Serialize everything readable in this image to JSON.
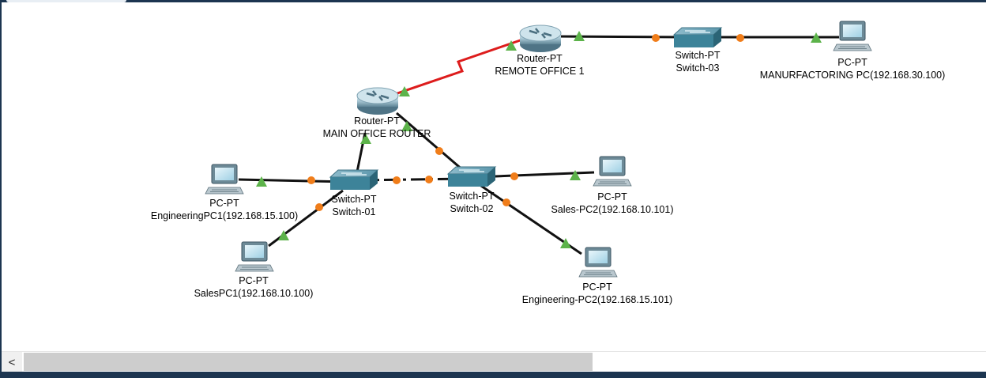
{
  "devices": {
    "router_main": {
      "type": "Router-PT",
      "name": "MAIN OFFICE ROUTER"
    },
    "router_remote": {
      "type": "Router-PT",
      "name": "REMOTE OFFICE 1"
    },
    "switch_01": {
      "type": "Switch-PT",
      "name": "Switch-01"
    },
    "switch_02": {
      "type": "Switch-PT",
      "name": "Switch-02"
    },
    "switch_03": {
      "type": "Switch-PT",
      "name": "Switch-03"
    },
    "pc_eng1": {
      "type": "PC-PT",
      "name": "EngineeringPC1(192.168.15.100)"
    },
    "pc_sales1": {
      "type": "PC-PT",
      "name": "SalesPC1(192.168.10.100)"
    },
    "pc_sales2": {
      "type": "PC-PT",
      "name": "Sales-PC2(192.168.10.101)"
    },
    "pc_eng2": {
      "type": "PC-PT",
      "name": "Engineering-PC2(192.168.15.101)"
    },
    "pc_manuf": {
      "type": "PC-PT",
      "name": "MANURFACTORING PC(192.168.30.100)"
    }
  },
  "link_status_colors": {
    "up": "#5cb34a",
    "blocking": "#f07d1a"
  },
  "link_colors": {
    "ethernet": "#111111",
    "serial": "#dd1c1c"
  },
  "scrollbar": {
    "left_arrow": "<"
  }
}
